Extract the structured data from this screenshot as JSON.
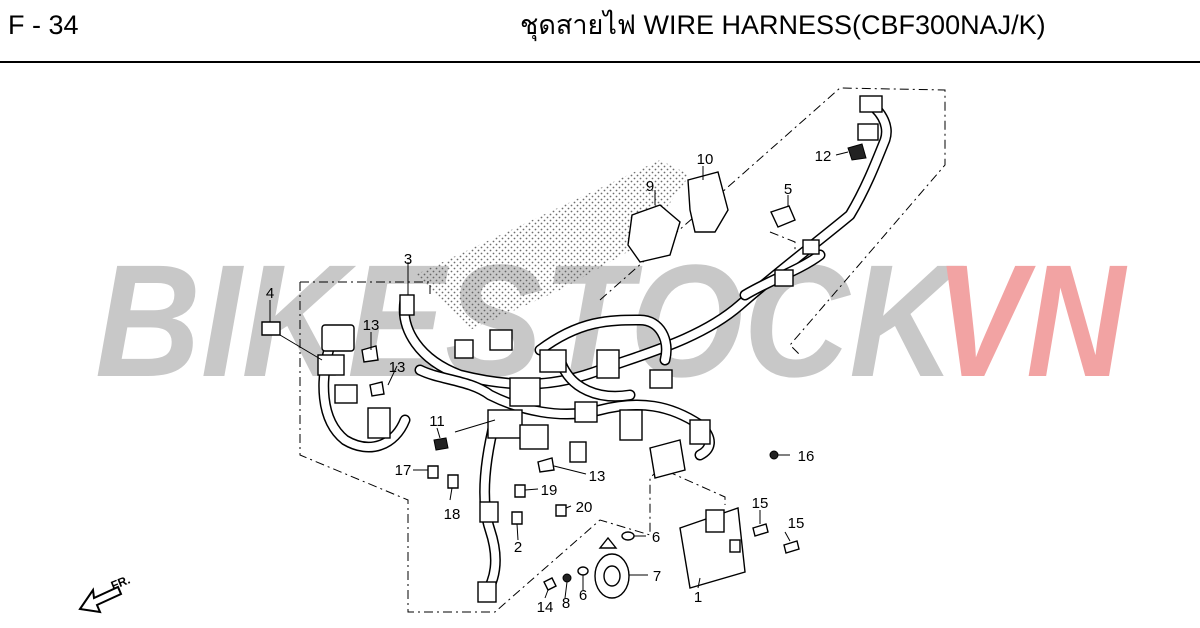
{
  "header": {
    "page_code": "F - 34",
    "title": "ชุดสายไฟ  WIRE HARNESS(CBF300NAJ/K)"
  },
  "watermark": {
    "text_main": "BIKESTOCK",
    "text_accent": "VN",
    "main_color": "#c8c8c8",
    "accent_color": "#f2a3a3"
  },
  "direction_marker": {
    "label": "FR."
  },
  "callouts": {
    "c1": "1",
    "c2": "2",
    "c3": "3",
    "c4": "4",
    "c5": "5",
    "c6a": "6",
    "c6b": "6",
    "c7": "7",
    "c8": "8",
    "c9": "9",
    "c10": "10",
    "c11": "11",
    "c12": "12",
    "c13a": "13",
    "c13b": "13",
    "c13c": "13",
    "c14": "14",
    "c15a": "15",
    "c15b": "15",
    "c16": "16",
    "c17": "17",
    "c18": "18",
    "c19": "19",
    "c20": "20"
  }
}
